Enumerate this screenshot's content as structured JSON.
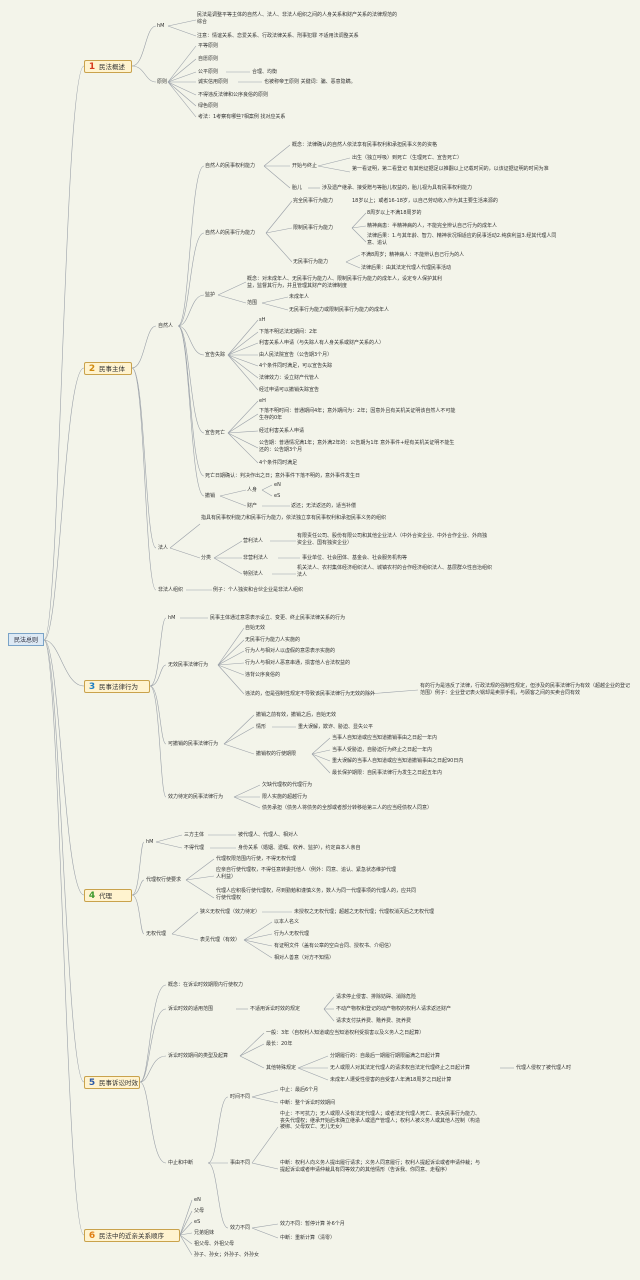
{
  "root": "民法总则",
  "categories": [
    {
      "num": "1",
      "label": "民法概述"
    },
    {
      "num": "2",
      "label": "民事主体"
    },
    {
      "num": "3",
      "label": "民事法律行为"
    },
    {
      "num": "4",
      "label": "代理"
    },
    {
      "num": "5",
      "label": "民事诉讼时效"
    },
    {
      "num": "6",
      "label": "民法中的近亲关系顺序"
    }
  ],
  "s1": {
    "def": "hM",
    "def1": "民法是调整平等主体的自然人、法人、非法人组织之间的人身关系和财产关系的法律规范的综合",
    "def2": "注意：情谊关系、恋爱关系、行政法律关系、刑事犯罪 不适用法调整关系",
    "principle": "原则",
    "p1": "平等原则",
    "p2": "自愿原则",
    "p3": "公平原则",
    "p3a": "合理、均衡",
    "p4": "诚实信用原则",
    "p4a": "也被称帝王原则 关键词：骗、恶意隐瞒。",
    "p5": "不得违反法律和公序良俗的原则",
    "p6": "绿色原则",
    "p7": "考法：1考察有哪些?相案例 找对应关系"
  },
  "s2": {
    "natural": "自然人",
    "cap_right": "自然人的民事权利能力",
    "cr_concept": "概念：法律确认的自然人依法享有民事权利和承担民事义务的资格",
    "cr_start": "开始与终止",
    "cr_start1": "出生（独立呼吸）到死亡（生理死亡、宣告死亡）",
    "cr_start2": "第一看证明，第二看登记 有其他证据足以推翻以上记载时间的，以该证据证明的时间为准",
    "cr_fetus": "胎儿",
    "cr_fetus1": "涉及遗产继承、接受赠与等胎儿权益的，胎儿视为具有民事权利能力",
    "cap_act": "自然人的民事行为能力",
    "ca_full": "完全民事行为能力",
    "ca_full1": "18岁以上；或者16-18岁，以自己劳动收入作为其主要生活来源的",
    "ca_lim": "限制民事行为能力",
    "ca_lim1": "8周岁以上不满18周岁的",
    "ca_lim2": "精神病患：半精神病的人，不能完全辨认自己行为的成年人",
    "ca_lim3": "法律后果：1.与其年龄、智力、精神状况相适应的民事活动2.纯获利益3.经其代理人同意、追认",
    "ca_none": "无民事行为能力",
    "ca_none1": "不满8周岁；精神病人：不能辨认自己行为的人",
    "ca_none2": "法律后果：由其法定代理人代理民事活动",
    "guard": "监护",
    "guard1": "概念：对未成年人、无民事行为能力人、限制民事行为能力的成年人，设定专人保护其利益，监督其行为，并且管理其财产的法律制度",
    "guard_scope": "范围",
    "guard_s1": "未成年人",
    "guard_s2": "无民事行为能力或限制民事行为能力的成年人",
    "missing": "宣告失踪",
    "mi0": "sH",
    "mi1": "下落不明达法定期间：2年",
    "mi2": "利害关系人申请（与失踪人有人身关系或财产关系的人）",
    "mi3": "由人民法院宣告（公告期3个月）",
    "mi4": "4个条件同时满足，可以宣告失踪",
    "mi5": "法律效力：设立财产代管人",
    "mi6": "经过申请可以撤销失踪宣告",
    "death": "宣告死亡",
    "de0": "eH",
    "de1": "下落不明时间：普通期间4年；意外期间为：2年；因意外且有关机关证明该自然人不可能生存的0年",
    "de2": "经过利害关系人申请",
    "de3": "公告期：普通情况满1年；意外满2年的：公告期为1年 意外事件+经有关机关证明不能生还的：公告期3个月",
    "de4": "4个条件同时满足",
    "de_date": "死亡日期确认：判决作出之日；意外事件下落不明的，意外事件发生日",
    "revoke": "撤销",
    "rv_person": "人身",
    "rv_p1": "eN",
    "rv_p2": "eS",
    "rv_property": "财产",
    "rv_pr1": "返还；无法返还的，适当补偿",
    "legal": "法人",
    "legal1": "指具有民事权利能力和民事行为能力，依法独立享有民事权利和承担民事义务的组织",
    "classify": "分类",
    "cl_profit": "营利法人",
    "cl_profit1": "有限责任公司、股份有限公司和其他企业法人（中外合资企业、中外合作企业、外商独资企业、国有独资企业）",
    "cl_nonprofit": "非营利法人",
    "cl_nonprofit1": "事业单位、社会团体、基金会、社会服务机构等",
    "cl_special": "特别法人",
    "cl_special1": "机关法人、农村集体经济组织法人、城镇农村的合作经济组织法人、基层群众性自治组织法人",
    "unincorp": "非法人组织",
    "unincorp1": "例子：个人独资和合伙企业是非法人组织"
  },
  "s3": {
    "def": "hM",
    "def1": "民事主体通过意思表示设立、变更、终止民事法律关系的行为",
    "invalid": "无效民事法律行为",
    "iv1": "自始无效",
    "iv2": "无民事行为能力人实施的",
    "iv3": "行为人与相对人以虚假的意思表示实施的",
    "iv4": "行为人与相对人恶意串通，损害他人合法权益的",
    "iv5": "违背公序良俗的",
    "iv6": "违法的，但是强制性规定不导致该民事法律行为无效的除外",
    "iv6a": "有的行为是违反了法律，行政法规的强制性规定，但涉及的民事法律行为有效（超越企业的登记范围）例子：企业登记表火锅却是卖票手机，与顾客之间的买卖合同有效",
    "revocable": "可撤销的民事法律行为",
    "rv1": "撤销之前有效，撤销之后，自始无效",
    "rv_case": "情形",
    "rv_case1": "重大误解，欺诈、胁迫、显失公平",
    "rv_period": "撤销权的行使期限",
    "rp1": "当事人自知道或应当知道撤销事由之日起一年内",
    "rp2": "当事人受胁迫，自胁迫行为终止之日起一年内",
    "rp3": "重大误解的当事人自知道或应当知道撤销事由之日起90日内",
    "rp4": "最长保护期限：自民事法律行为发生之日起五年内",
    "pending": "效力待定的民事法律行为",
    "pd1": "欠缺代理权的代理行为",
    "pd2": "限人实施的超越行为",
    "pd3": "债务承担（债务人将债务的全部或者部分转移给第三人的应当经债权人同意）"
  },
  "s4": {
    "def": "hM",
    "three": "三方主体",
    "three1": "被代理人、代理人、相对人",
    "nodelegate": "不得代理",
    "nodelegate1": "身份关系（婚姻、遗嘱、收养、监护），约定由本人亲自",
    "agent_req": "代理权行使要求",
    "ar1": "代理权限范围内行使，不得无权代理",
    "ar2": "应亲自行使代理权，不得任意转委托他人（例外：同意、追认、紧急状态维护代理人利益）",
    "ar3": "代理人应积极行使代理权，尽到勤勉和谨慎义务，数人为同一代理事项的代理人的，应共同行使代理权",
    "unauth": "无权代理",
    "ua_narrow": "狭义无权代理（效力待定）",
    "ua_narrow1": "未授权之无权代理；超越之无权代理；代理权消灭后之无权代理",
    "ua_app": "表见代理（有效）",
    "ua_app1": "以本人名义",
    "ua_app2": "行为人无权代理",
    "ua_app3": "有证明文件（盖有公章的空白合同、授权书、介绍信）",
    "ua_app4": "相对人善意（对方不知情）"
  },
  "s5": {
    "concept": "概念：在诉讼时效期限内行使权力",
    "scope": "诉讼时效的适用范围",
    "scope_x": "不适用诉讼时效的规定",
    "sx1": "请求停止侵害、排除妨碍、消除危险",
    "sx2": "不动产物权和登记的动产物权的权利人请求返还财产",
    "sx3": "请求支付扶养费、赡养费、抚养费",
    "types": "诉讼时效期间的类型及起算",
    "t1": "一般：3年（自权利人知道或应当知道权利受损害以及义务人之日起算）",
    "t2": "最长：20年",
    "t3": "其他特殊规定",
    "t3a": "分期履行的：自最后一期履行期限届满之日起计算",
    "t3b": "无人或限人对其法定代理人的请求权自法定代理终止之日起计算",
    "t3b1": "代理人侵权了被代理人时",
    "t3c": "未成年人遭受性侵害的自受害人年满18周岁之日起计算",
    "suspend": "中止和中断",
    "time": "时间不同",
    "time1": "中止：最后6个月",
    "time2": "中断：整个诉讼时效期间",
    "reason": "事由不同",
    "reason1": "中止：不可抗力；无人或限人没有法定代理人；或者法定代理人死亡、丧失民事行为能力、丧失代理权；继承开始后未确立继承人或遗产管理人；权利人被义务人或其他人控制（构造被绑、父母双亡、无儿无女）",
    "reason2": "中断：权利人向义务人提出履行请求；义务人同意履行；权利人提起诉讼或者申请仲裁；与提起诉讼或者申请仲裁具有同等效力的其他情形（告诉我、你同意、走程序）",
    "effect": "效力不同",
    "effect1": "效力不同：暂停计算 补6个月",
    "effect2": "中断：重新计算（清零）"
  },
  "s6": {
    "i1": "eN",
    "i2": "父母",
    "i3": "eS",
    "i4": "兄弟姐妹",
    "i5": "祖父母、外祖父母",
    "i6": "孙子、孙女；外孙子、外孙女"
  }
}
